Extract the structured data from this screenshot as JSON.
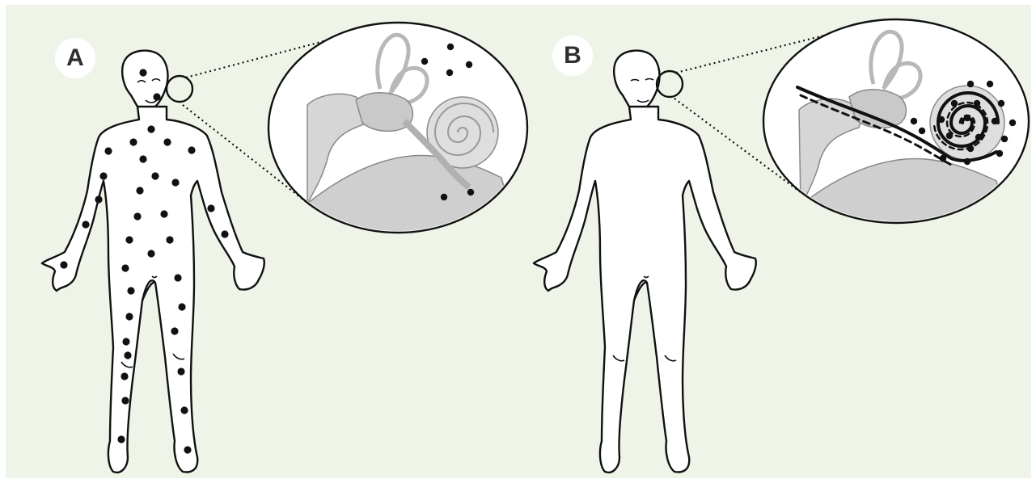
{
  "colors": {
    "background": "#ffffff",
    "panel": "#eff4e8",
    "outline": "#111111",
    "dot": "#111111",
    "anatomy_fill": "#d8d8d8",
    "anatomy_stroke": "#8c8c8c"
  },
  "panels": [
    {
      "label": "A",
      "figure": "body-with-widespread-dots",
      "inset": "inner-ear-with-scattered-dots"
    },
    {
      "label": "B",
      "figure": "body-without-dots",
      "inset": "inner-ear-with-dots-along-nerve-path"
    }
  ]
}
